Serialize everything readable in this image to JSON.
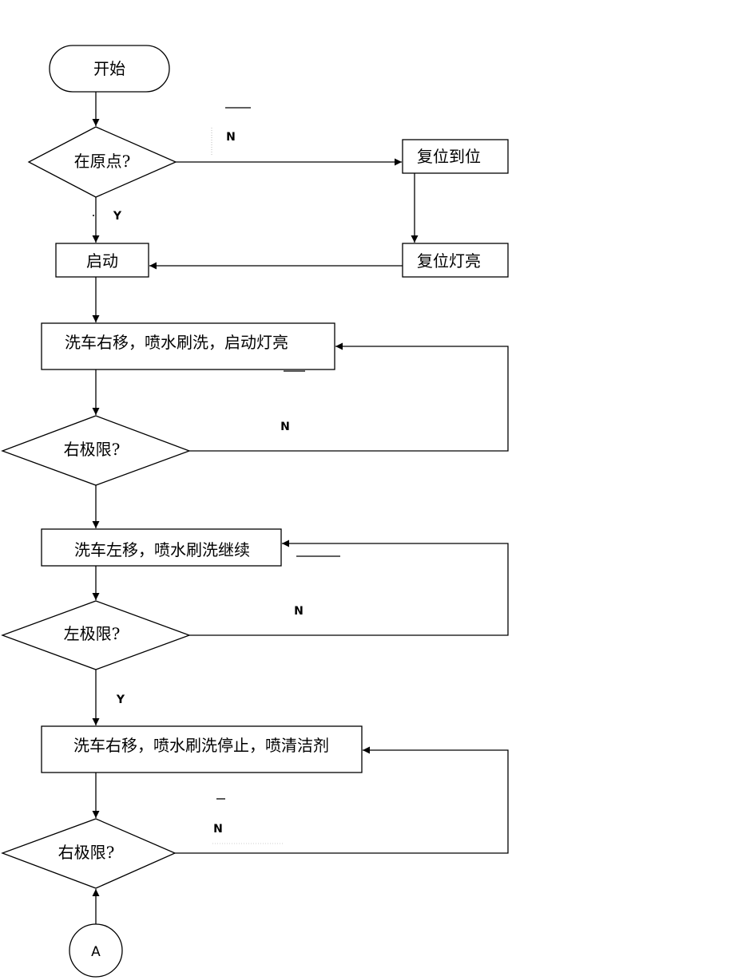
{
  "nodes": {
    "start": "开始",
    "at_origin": "在原点?",
    "reset_to_position": "复位到位",
    "reset_light": "复位灯亮",
    "launch": "启动",
    "step1": "洗车右移，喷水刷洗，启动灯亮",
    "right_limit_1": "右极限?",
    "step2": "洗车左移，喷水刷洗继续",
    "left_limit": "左极限?",
    "step3": "洗车右移，喷水刷洗停止，喷清洁剂",
    "right_limit_2": "右极限?",
    "connector_a": "A"
  },
  "edge_labels": {
    "origin_no": "N",
    "origin_yes": "Y",
    "right_limit_1_no": "N",
    "left_limit_no": "N",
    "left_limit_yes": "Y",
    "right_limit_2_no": "N"
  }
}
